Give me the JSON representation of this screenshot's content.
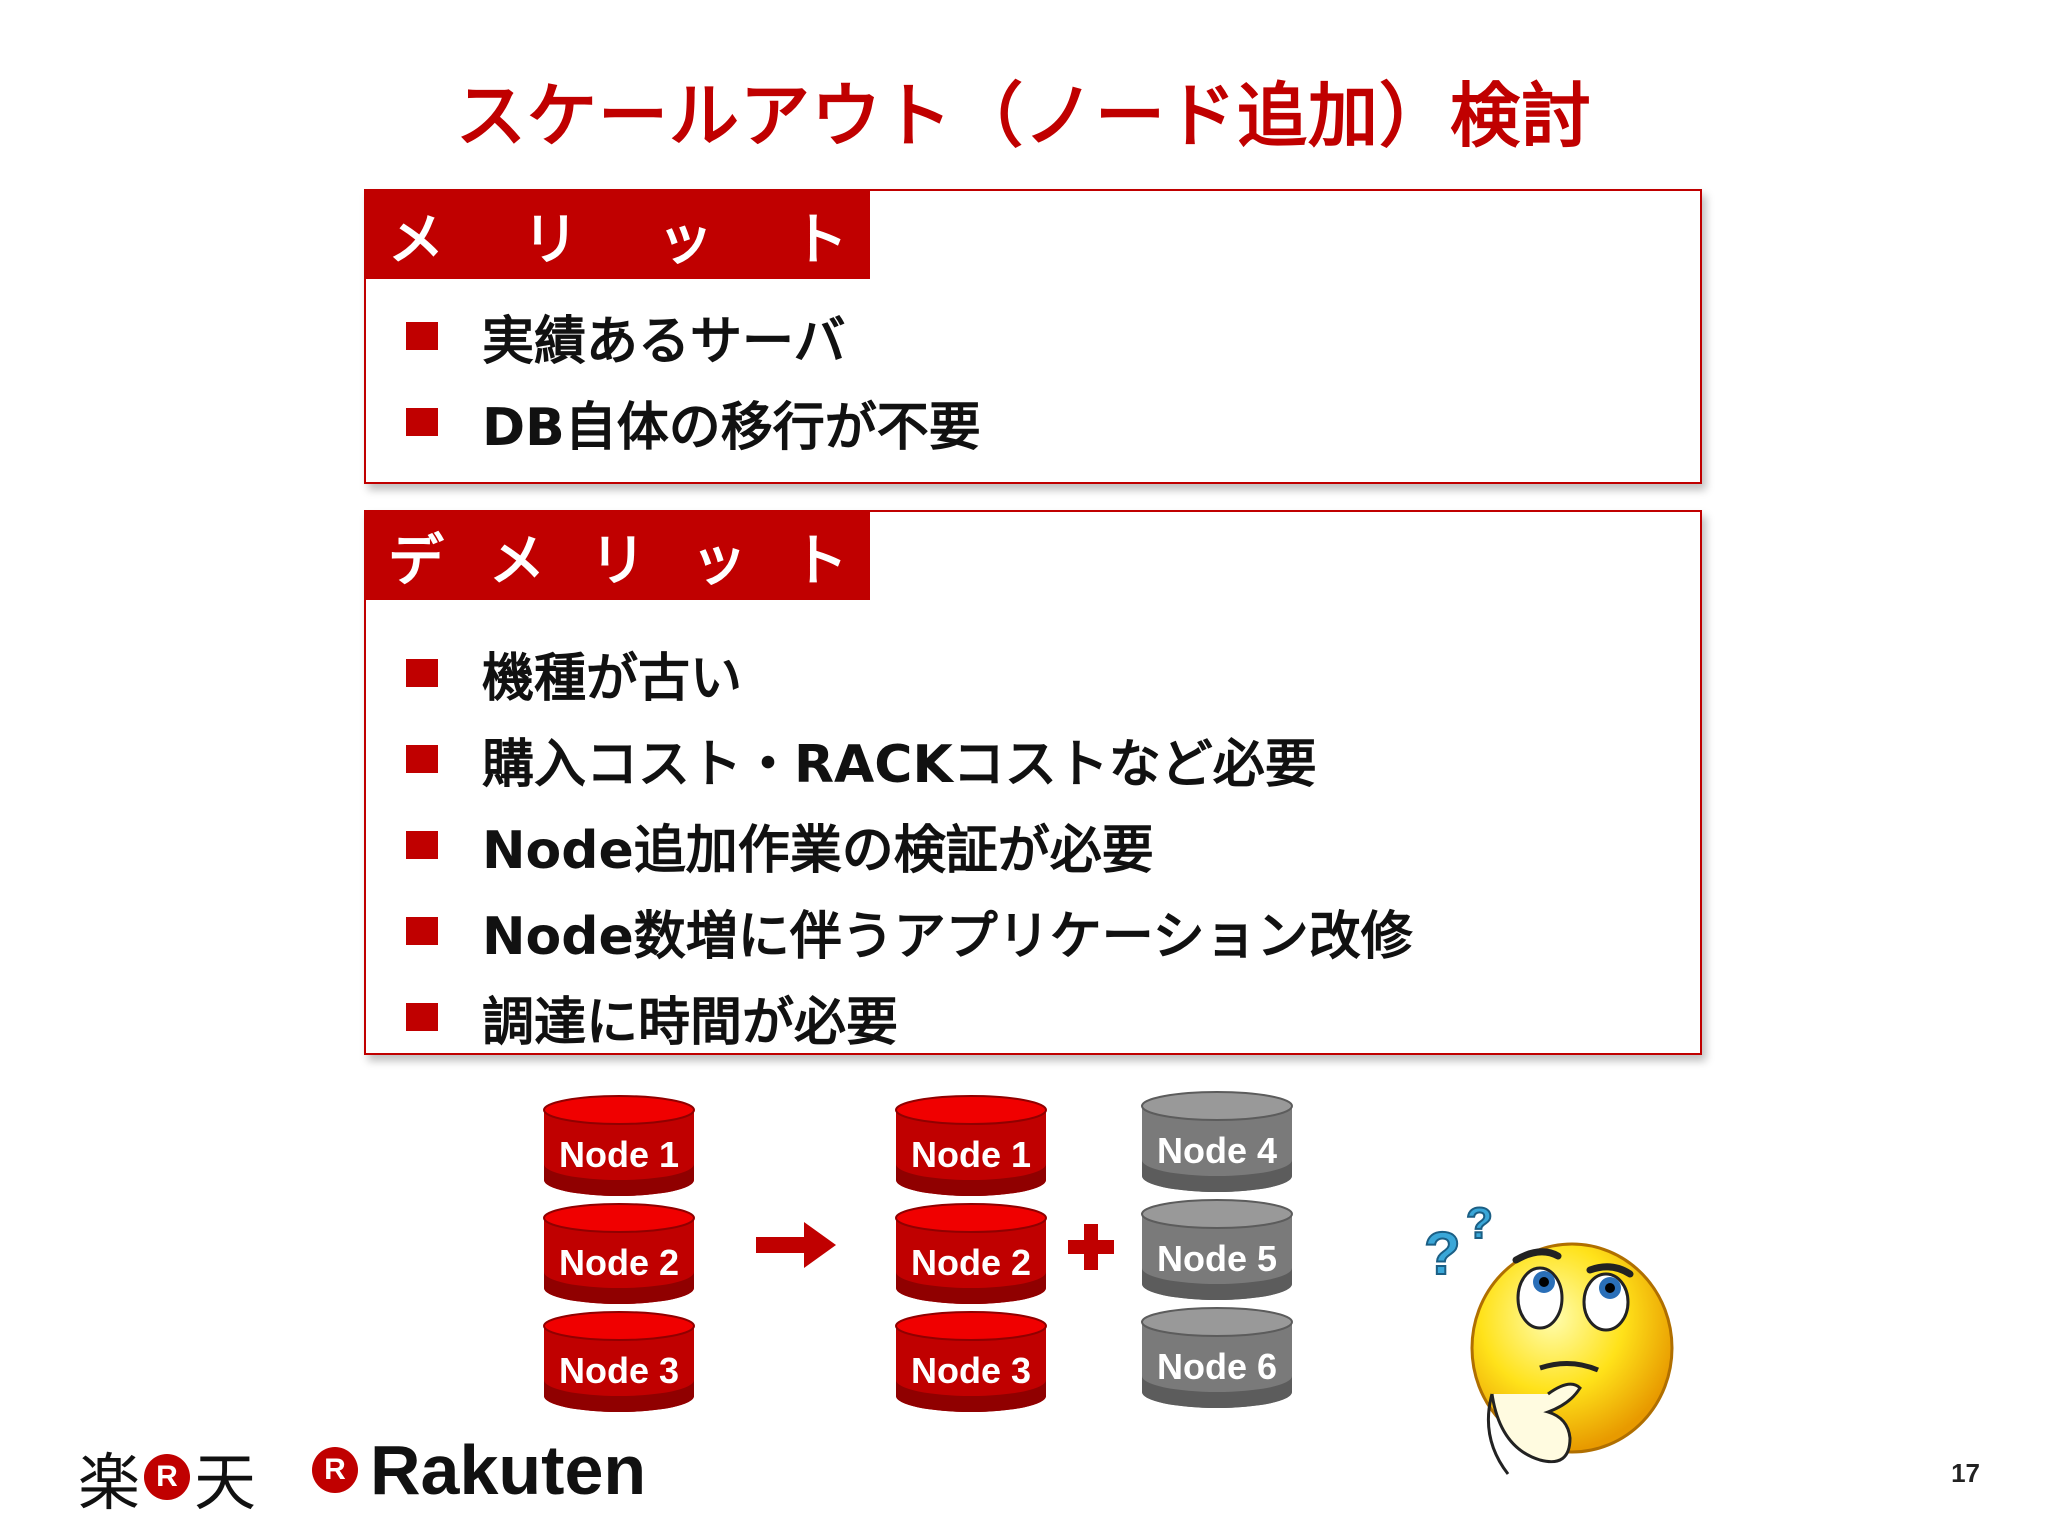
{
  "title": "スケールアウト（ノード追加）検討",
  "merit": {
    "label_chars": [
      "メ",
      "リ",
      "ッ",
      "ト"
    ],
    "items": [
      "実績あるサーバ",
      "DB自体の移行が不要"
    ]
  },
  "demerit": {
    "label_chars": [
      "デ",
      "メ",
      "リ",
      "ッ",
      "ト"
    ],
    "items": [
      "機種が古い",
      "購入コスト・RACKコストなど必要",
      "Node追加作業の検証が必要",
      "Node数増に伴うアプリケーション改修",
      "調達に時間が必要"
    ]
  },
  "diagram": {
    "before": [
      "Node 1",
      "Node 2",
      "Node 3"
    ],
    "after_existing": [
      "Node 1",
      "Node 2",
      "Node 3"
    ],
    "after_added": [
      "Node 4",
      "Node 5",
      "Node 6"
    ],
    "colors": {
      "existing": "#c00000",
      "added": "#7a7a7a"
    }
  },
  "logos": {
    "jp_left": "楽",
    "jp_right": "天",
    "mark": "R",
    "wordmark": "Rakuten"
  },
  "page_number": "17",
  "colors": {
    "accent": "#c00000"
  }
}
